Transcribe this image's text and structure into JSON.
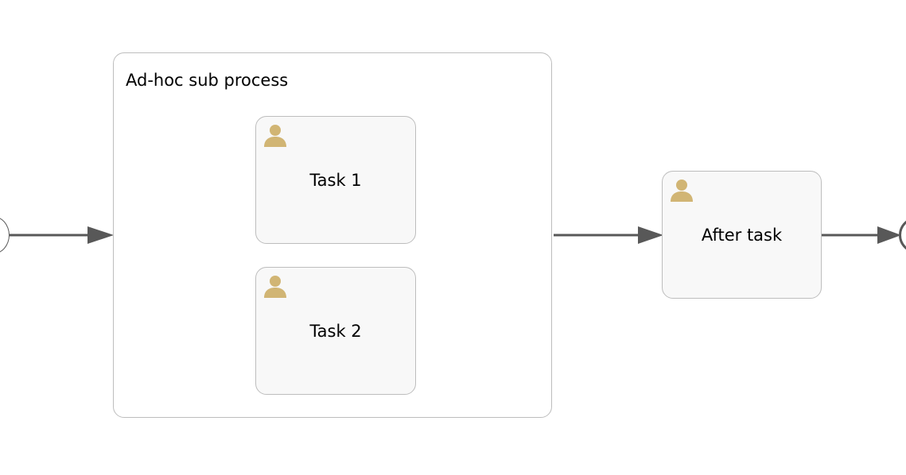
{
  "diagram": {
    "subprocess": {
      "label": "Ad-hoc sub process"
    },
    "tasks": [
      {
        "label": "Task 1",
        "type": "user-task"
      },
      {
        "label": "Task 2",
        "type": "user-task"
      },
      {
        "label": "After task",
        "type": "user-task"
      }
    ],
    "colors": {
      "border": "#bdbdbd",
      "task_fill": "#f8f8f8",
      "flow": "#585858",
      "user_icon": "#d1b574"
    }
  }
}
